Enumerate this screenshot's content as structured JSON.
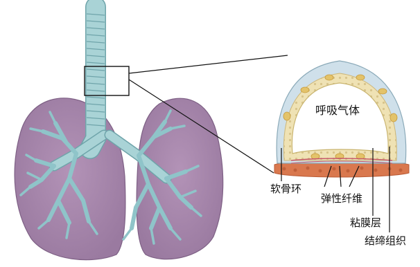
{
  "diagram": {
    "labels": {
      "lumen": "呼吸气体",
      "cartilage_ring": "软骨环",
      "elastic_fiber": "弹性纤维",
      "mucosa": "粘膜层",
      "connective_tissue": "结缔组织"
    },
    "colors": {
      "lung": "#a888ac",
      "lung_dark": "#8f6f95",
      "airway": "#a9d3d6",
      "airway_stroke": "#6fa4aa",
      "cartilage": "#cfe0ea",
      "mucosa": "#efe2b4",
      "gland": "#e3c36a",
      "connective": "#d9784e"
    }
  }
}
